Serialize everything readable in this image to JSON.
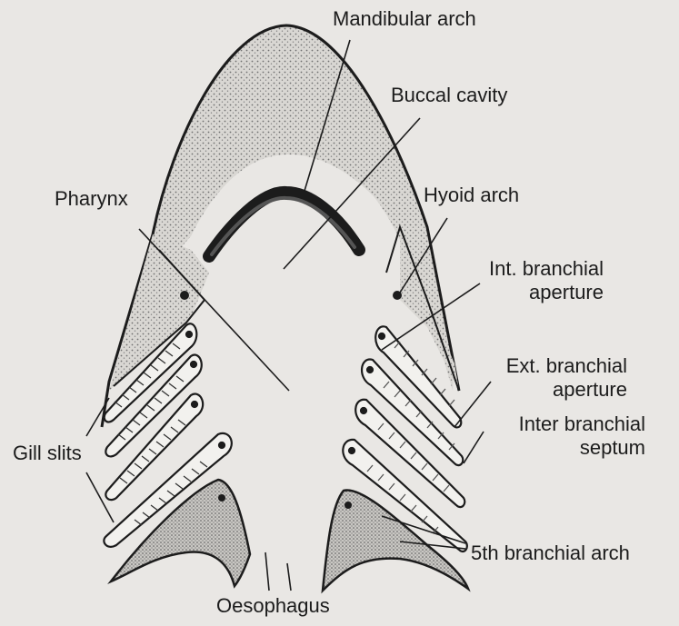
{
  "labels": {
    "mandibular_arch": "Mandibular arch",
    "buccal_cavity": "Buccal cavity",
    "pharynx": "Pharynx",
    "hyoid_arch": "Hyoid arch",
    "int_branchial_1": "Int. branchial",
    "int_branchial_2": "aperture",
    "ext_branchial_1": "Ext. branchial",
    "ext_branchial_2": "aperture",
    "inter_branchial_1": "Inter branchial",
    "inter_branchial_2": "septum",
    "gill_slits": "Gill slits",
    "fifth_branchial_arch": "5th branchial arch",
    "oesophagus": "Oesophagus"
  },
  "colors": {
    "background": "#e9e7e4",
    "line": "#1c1c1c",
    "stipple": "#8a8a8a"
  }
}
